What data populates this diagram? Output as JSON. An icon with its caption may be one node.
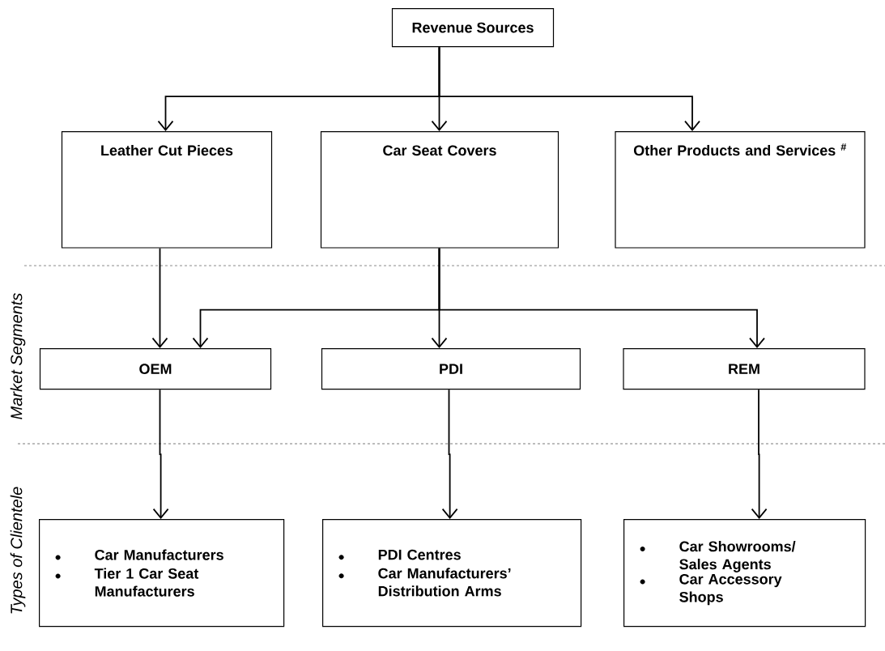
{
  "diagram": {
    "nodes": [
      {
        "text": [
          "Revenue Sources"
        ]
      },
      {
        "text": [
          "Leather Cut Pieces"
        ]
      },
      {
        "text": [
          "Car Seat Covers"
        ]
      },
      {
        "text": [
          "Other Products and Services $^{#}$"
        ]
      },
      {
        "text": [
          "OEM"
        ]
      },
      {
        "text": [
          "PDI"
        ]
      },
      {
        "text": [
          "REM"
        ]
      },
      {
        "text": [
          "Car Manufacturers",
          "Tier 1 Car Seat Manufacturers"
        ]
      },
      {
        "text": [
          "PDI Centres",
          "Car Manufacturers’ Distribution Arms"
        ]
      },
      {
        "text": [
          "Car Showrooms/ Sales Agents",
          "Car Accessory Shops"
        ]
      }
    ],
    "edges": [
      {
        "from": 0,
        "to": 1,
        "arrow": "to"
      },
      {
        "from": 0,
        "to": 2,
        "arrow": "to"
      },
      {
        "from": 0,
        "to": 3,
        "arrow": "to"
      },
      {
        "from": 1,
        "to": 4,
        "arrow": "to"
      },
      {
        "from": 2,
        "to": 4,
        "arrow": "to"
      },
      {
        "from": 2,
        "to": 5,
        "arrow": "to"
      },
      {
        "from": 2,
        "to": 6,
        "arrow": "to"
      },
      {
        "from": 4,
        "to": 7,
        "arrow": "to"
      },
      {
        "from": 5,
        "to": 8,
        "arrow": "to"
      },
      {
        "from": 6,
        "to": 9,
        "arrow": "to"
      }
    ],
    "labels": [
      "Market Segments",
      "Types of Clientele"
    ]
  }
}
